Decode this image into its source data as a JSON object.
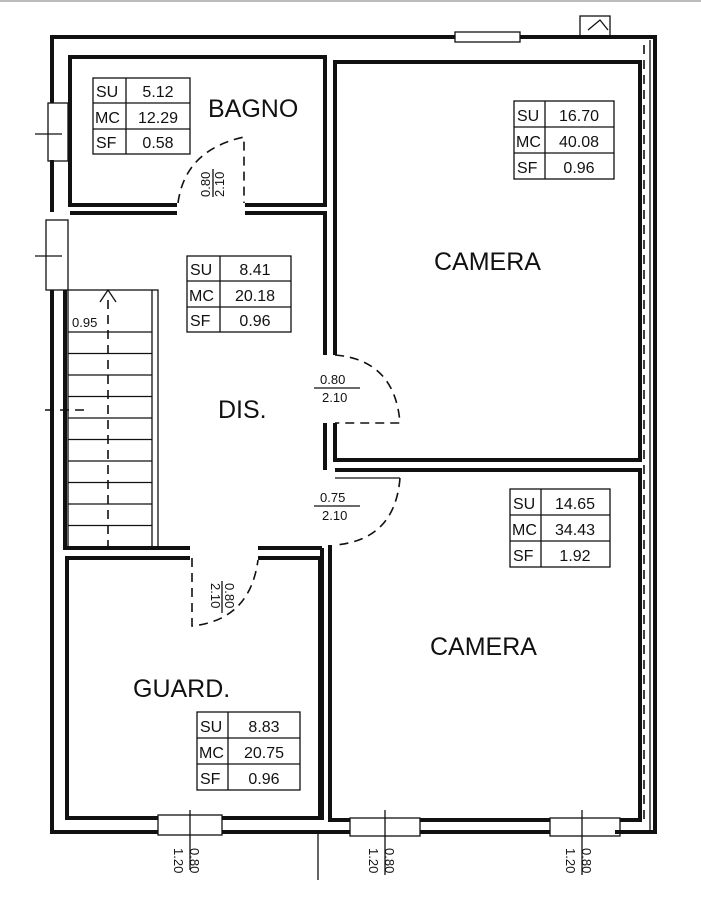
{
  "rooms": {
    "bagno": {
      "name": "BAGNO",
      "su": "5.12",
      "mc": "12.29",
      "sf": "0.58"
    },
    "dis": {
      "name": "DIS.",
      "su": "8.41",
      "mc": "20.18",
      "sf": "0.96"
    },
    "camera1": {
      "name": "CAMERA",
      "su": "16.70",
      "mc": "40.08",
      "sf": "0.96"
    },
    "camera2": {
      "name": "CAMERA",
      "su": "14.65",
      "mc": "34.43",
      "sf": "1.92"
    },
    "guard": {
      "name": "GUARD.",
      "su": "8.83",
      "mc": "20.75",
      "sf": "0.96"
    }
  },
  "table_labels": {
    "su": "SU",
    "mc": "MC",
    "sf": "SF"
  },
  "doors": {
    "bagno": {
      "width": "0.80",
      "height": "2.10"
    },
    "camera1": {
      "width": "0.80",
      "height": "2.10"
    },
    "camera2": {
      "width": "0.75",
      "height": "2.10"
    },
    "guard": {
      "width": "0.80",
      "height": "2.10"
    }
  },
  "stairs": {
    "width": "0.95"
  },
  "windows": [
    {
      "width": "1.20",
      "height": "0.80"
    },
    {
      "width": "1.20",
      "height": "0.80"
    },
    {
      "width": "1.20",
      "height": "0.80"
    }
  ]
}
